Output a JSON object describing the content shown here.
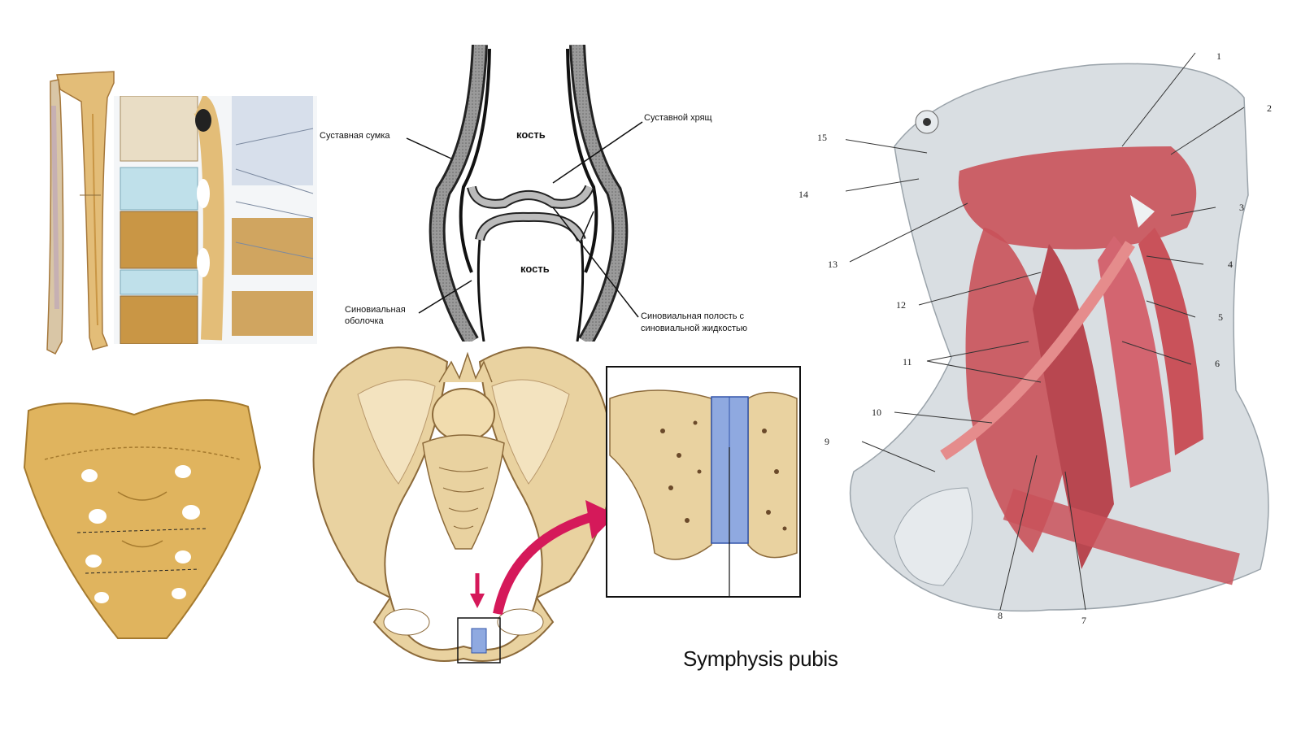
{
  "joint_diagram": {
    "labels": {
      "capsule": "Суставная сумка",
      "cartilage": "Суставной хрящ",
      "bone_top": "кость",
      "bone_bottom": "кость",
      "synovial_membrane_1": "Синовиальная",
      "synovial_membrane_2": "оболочка",
      "synovial_cavity_1": "Синовиальная полость с",
      "synovial_cavity_2": "синовиальной жидкостью"
    }
  },
  "pelvis_diagram": {
    "caption": "Symphysis pubis",
    "colors": {
      "bone": "#e9d2a0",
      "bone_dark": "#b8976a",
      "disc": "#8fa9e0",
      "arrow": "#d5195a"
    }
  },
  "neck_muscles": {
    "numbers": [
      "1",
      "2",
      "3",
      "4",
      "5",
      "6",
      "7",
      "8",
      "9",
      "10",
      "11",
      "12",
      "13",
      "14",
      "15"
    ],
    "colors": {
      "muscle": "#c9525a",
      "muscle_light": "#e58c8c",
      "fascia": "#d9dee2"
    }
  },
  "bones": {
    "colors": {
      "bone": "#e3bd78",
      "spongy": "#c99645",
      "disc": "#bfe0ea"
    }
  }
}
